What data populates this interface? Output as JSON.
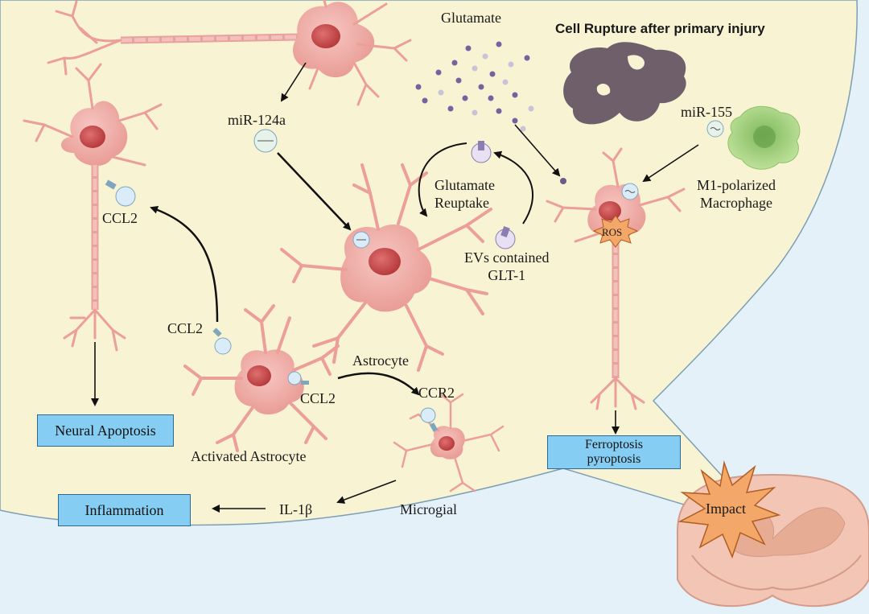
{
  "labels": {
    "glutamate": "Glutamate",
    "cell_rupture": "Cell Rupture after primary injury",
    "mir124a": "miR-124a",
    "mir155": "miR-155",
    "glutamate_reuptake": "Glutamate\nReuptake",
    "m1_macrophage": "M1-polarized\nMacrophage",
    "ccl2_neuron": "CCL2",
    "ros": "ROS",
    "evs_glt1": "EVs contained\nGLT-1",
    "ccl2_astro": "CCL2",
    "astrocyte": "Astrocyte",
    "ccl2_activated": "CCL2",
    "ccr2": "CCR2",
    "activated_astrocyte": "Activated Astrocyte",
    "microgial": "Microgial",
    "il1b": "IL-1β",
    "impact": "Impact"
  },
  "boxes": {
    "neural_apoptosis": "Neural Apoptosis",
    "inflammation": "Inflammation",
    "ferroptosis": "Ferroptosis\npyroptosis"
  },
  "colors": {
    "background": "#e4f1f9",
    "panel": "#f8f3d3",
    "neuron": "#efa9a4",
    "nucleus": "#c14a48",
    "box_fill": "#85cdf3",
    "macrophage": "#a9d47a",
    "rupture": "#6e5f6b",
    "vesicle": "#d9ecf7",
    "impact_star": "#f3a769",
    "spinal_cord": "#f2c5b4"
  }
}
